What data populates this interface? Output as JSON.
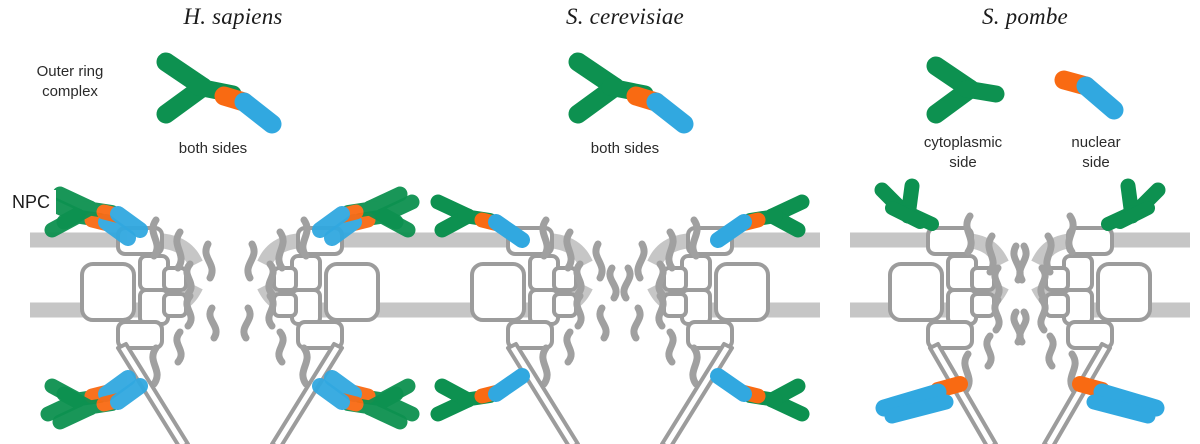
{
  "figure": {
    "kind": "nuclear-pore-complex-comparison",
    "columns": [
      {
        "id": "h-sapiens",
        "title": "H. sapiens",
        "outer_ring": {
          "arrangement_label": "both sides",
          "icon": "y-complex-green-orange-blue",
          "rings": [
            "cytoplasmic",
            "nuclear"
          ],
          "double_ring": true
        }
      },
      {
        "id": "s-cerevisiae",
        "title": "S. cerevisiae",
        "outer_ring": {
          "arrangement_label": "both sides",
          "icon": "y-complex-green-orange-blue",
          "rings": [
            "cytoplasmic",
            "nuclear"
          ],
          "double_ring": false
        }
      },
      {
        "id": "s-pombe",
        "title": "S. pombe",
        "outer_ring": {
          "arrangement_label_cytoplasmic": "cytoplasmic\nside",
          "arrangement_label_cytoplasmic_line1": "cytoplasmic",
          "arrangement_label_cytoplasmic_line2": "side",
          "arrangement_label_nuclear_line1": "nuclear",
          "arrangement_label_nuclear_line2": "side",
          "icon_cytoplasmic": "y-complex-green-only",
          "icon_nuclear": "rod-orange-blue",
          "rings": [
            "cytoplasmic",
            "nuclear"
          ],
          "double_ring": false
        }
      }
    ],
    "rows": [
      {
        "id": "outer-ring-complex",
        "label_line1": "Outer ring",
        "label_line2": "complex"
      },
      {
        "id": "npc",
        "label": "NPC"
      }
    ],
    "colors": {
      "green": "#0d9150",
      "orange": "#f96a12",
      "blue": "#31a8e0",
      "scaffold_gray": "#9c9c9c",
      "membrane_gray": "#c6c6c6",
      "fg_gray": "#a0a0a0",
      "text": "#1b1b1b",
      "background": "#ffffff"
    }
  }
}
